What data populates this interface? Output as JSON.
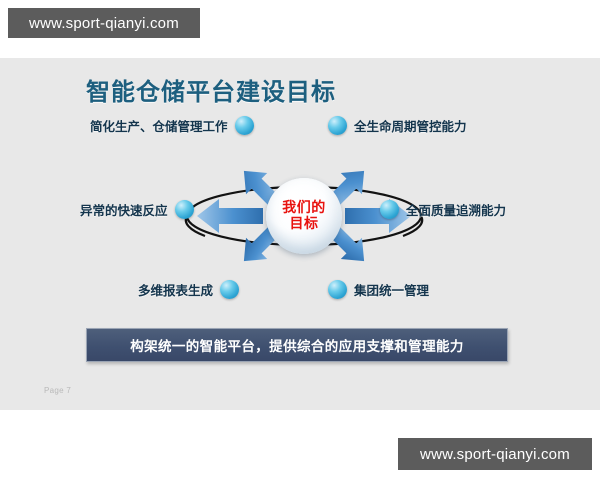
{
  "watermark": {
    "top_text": "www.sport-qianyi.com",
    "bottom_text": "www.sport-qianyi.com",
    "bar_color": "#5c5c5c",
    "text_color": "#ffffff"
  },
  "slide": {
    "background_color": "#e8e8e8",
    "title": "智能仓储平台建设目标",
    "title_color": "#1d5f7f",
    "page_label": "Page 7"
  },
  "diagram": {
    "type": "radial-hub-and-spoke",
    "center": {
      "line1": "我们的",
      "line2": "目标",
      "text_color": "#e8120f",
      "shape": "glossy-white-sphere"
    },
    "ring": {
      "shape": "ellipse-outline",
      "color": "#1a1a1a"
    },
    "node_color": "#2ea5d4",
    "arrow_color": "#3f86c8",
    "nodes": [
      {
        "id": "top-left",
        "label": "简化生产、仓储管理工作",
        "bullet_side": "right"
      },
      {
        "id": "top-right",
        "label": "全生命周期管控能力",
        "bullet_side": "left"
      },
      {
        "id": "middle-left",
        "label": "异常的快速反应",
        "bullet_side": "right"
      },
      {
        "id": "middle-right",
        "label": "全面质量追溯能力",
        "bullet_side": "left"
      },
      {
        "id": "bottom-left",
        "label": "多维报表生成",
        "bullet_side": "right"
      },
      {
        "id": "bottom-right",
        "label": "集团统一管理",
        "bullet_side": "left"
      }
    ]
  },
  "banner": {
    "text": "构架统一的智能平台，提供综合的应用支撑和管理能力",
    "background_color": "#3f5070",
    "text_color": "#ffffff"
  }
}
